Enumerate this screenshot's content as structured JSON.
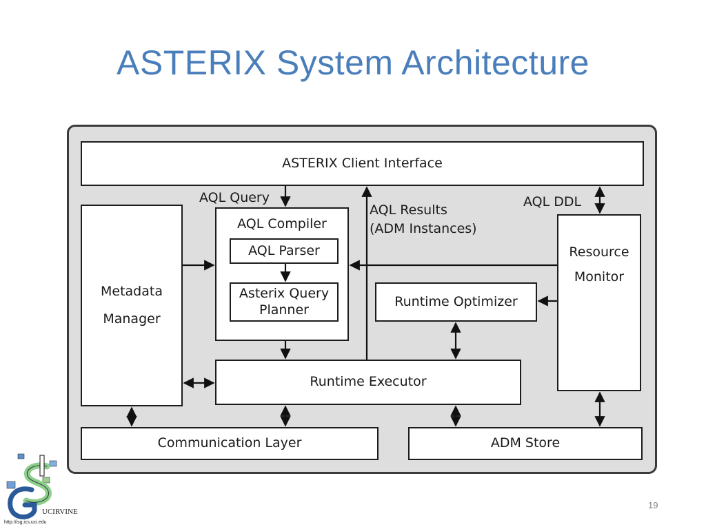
{
  "slide": {
    "title": "ASTERIX System Architecture",
    "page_number": "19"
  },
  "diagram": {
    "client_interface": "ASTERIX Client Interface",
    "metadata_manager_line1": "Metadata",
    "metadata_manager_line2": "Manager",
    "aql_compiler": "AQL Compiler",
    "aql_parser": "AQL Parser",
    "query_planner_line1": "Asterix Query",
    "query_planner_line2": "Planner",
    "runtime_optimizer": "Runtime Optimizer",
    "resource_monitor_line1": "Resource",
    "resource_monitor_line2": "Monitor",
    "runtime_executor": "Runtime Executor",
    "communication_layer": "Communication Layer",
    "adm_store": "ADM Store",
    "label_aql_query": "AQL Query",
    "label_aql_results_line1": "AQL Results",
    "label_aql_results_line2": "(ADM  Instances)",
    "label_aql_ddl": "AQL DDL"
  },
  "logo": {
    "org": "UCIRVINE",
    "url": "http://isg.ics.uci.edu",
    "letters": "ISG"
  }
}
